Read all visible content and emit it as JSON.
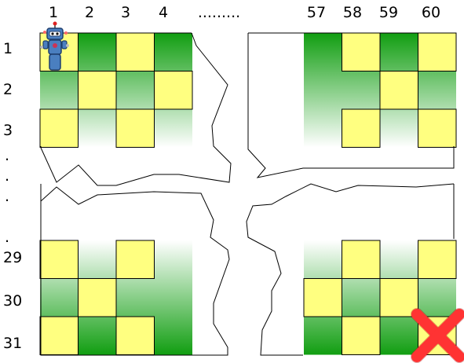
{
  "column_labels": [
    "1",
    "2",
    "3",
    "4",
    ".........",
    "57",
    "58",
    "59",
    "60"
  ],
  "row_labels": [
    "1",
    "2",
    "3",
    ".",
    ".",
    ".",
    ".",
    "29",
    "30",
    "31"
  ],
  "grid": {
    "type": "grid",
    "colors": {
      "yellow": "#ffff80",
      "green_dark": "#119e11",
      "green_light": "#ffffff",
      "line": "#000000",
      "goal_red": "#ff3333"
    },
    "cells": {
      "top_left": [
        [
          "Y",
          "G",
          "Y",
          "G"
        ],
        [
          "G",
          "Y",
          "G",
          "Y"
        ],
        [
          "Y",
          "G",
          "Y",
          "G"
        ]
      ],
      "top_right": [
        [
          "G",
          "Y",
          "G",
          "Y"
        ],
        [
          "G",
          "G",
          "Y",
          "G"
        ],
        [
          "G",
          "Y",
          "G",
          "Y"
        ]
      ],
      "bottom_left": [
        [
          "Y",
          "G",
          "Y",
          "G"
        ],
        [
          "G",
          "Y",
          "G",
          "G"
        ],
        [
          "Y",
          "G",
          "Y",
          "G"
        ]
      ],
      "bottom_right": [
        [
          "G",
          "Y",
          "G",
          "Y"
        ],
        [
          "Y",
          "G",
          "Y",
          "G"
        ],
        [
          "G",
          "Y",
          "G",
          "Y"
        ]
      ]
    },
    "agent": {
      "name": "robot",
      "row": "1",
      "col": "1"
    },
    "goal": {
      "name": "red-x-goal",
      "row": "31",
      "col": "60"
    }
  }
}
